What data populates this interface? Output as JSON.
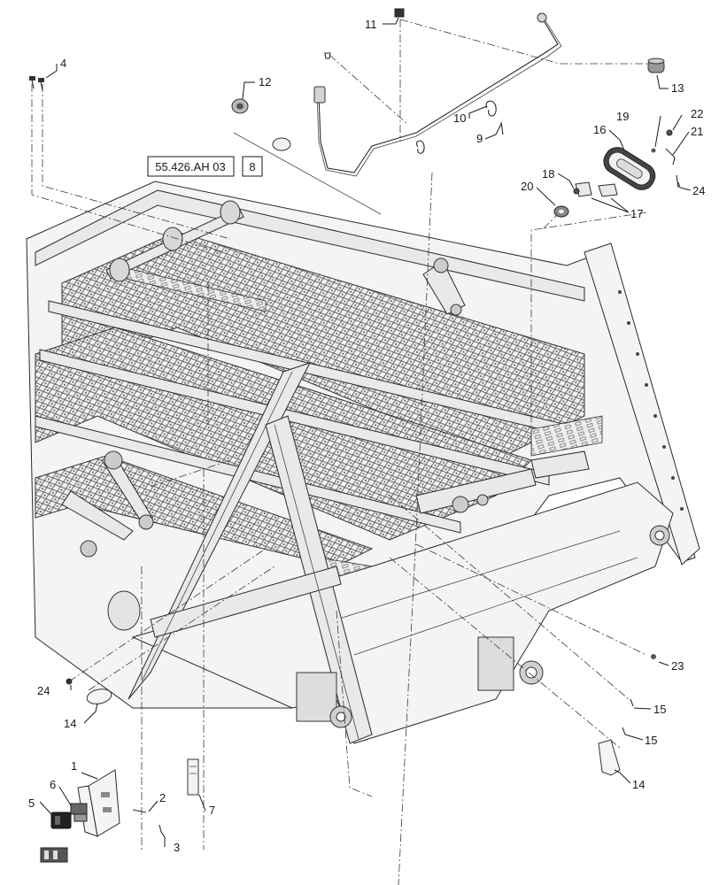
{
  "diagram": {
    "reference_box": "55.426.AH 03",
    "reference_badge": "8",
    "callouts": [
      {
        "id": "c1",
        "text": "1"
      },
      {
        "id": "c2",
        "text": "2"
      },
      {
        "id": "c3",
        "text": "3"
      },
      {
        "id": "c4",
        "text": "4"
      },
      {
        "id": "c5",
        "text": "5"
      },
      {
        "id": "c6",
        "text": "6"
      },
      {
        "id": "c7",
        "text": "7"
      },
      {
        "id": "c9",
        "text": "9"
      },
      {
        "id": "c10",
        "text": "10"
      },
      {
        "id": "c11",
        "text": "11"
      },
      {
        "id": "c12",
        "text": "12"
      },
      {
        "id": "c13",
        "text": "13"
      },
      {
        "id": "c14a",
        "text": "14"
      },
      {
        "id": "c14b",
        "text": "14"
      },
      {
        "id": "c15a",
        "text": "15"
      },
      {
        "id": "c15b",
        "text": "15"
      },
      {
        "id": "c16",
        "text": "16"
      },
      {
        "id": "c17",
        "text": "17"
      },
      {
        "id": "c18",
        "text": "18"
      },
      {
        "id": "c19",
        "text": "19"
      },
      {
        "id": "c20",
        "text": "20"
      },
      {
        "id": "c21",
        "text": "21"
      },
      {
        "id": "c22",
        "text": "22"
      },
      {
        "id": "c23",
        "text": "23"
      },
      {
        "id": "c24a",
        "text": "24"
      },
      {
        "id": "c24b",
        "text": "24"
      }
    ]
  }
}
